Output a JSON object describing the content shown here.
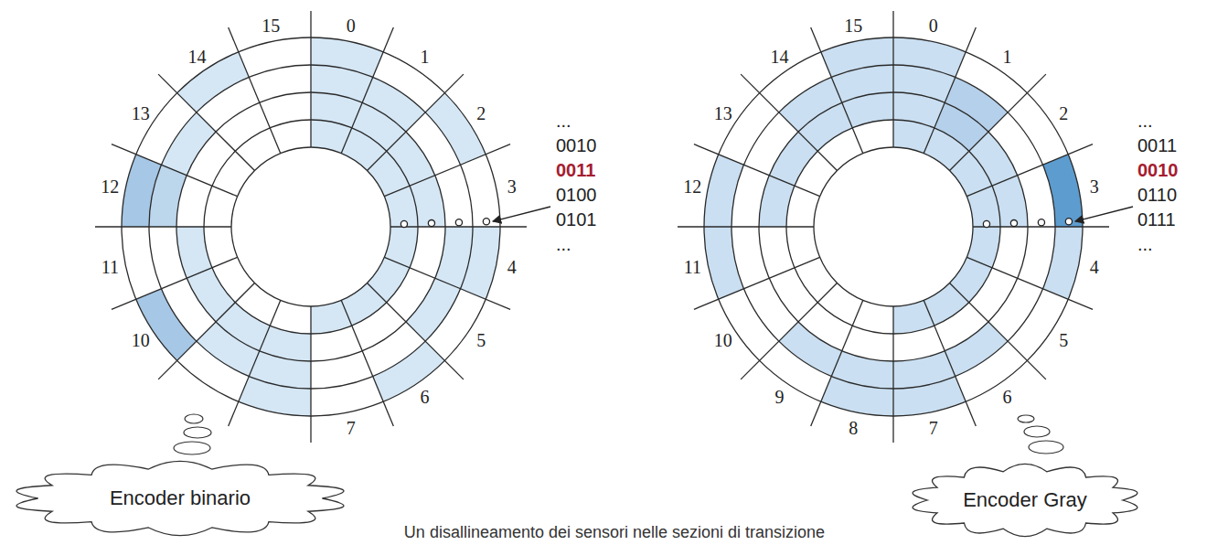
{
  "diagram": {
    "caption": "Un disallineamento dei sensori nelle sezioni di transizione",
    "nodes": [
      {
        "text": [
          "Encoder binario"
        ]
      },
      {
        "text": [
          "Encoder Gray"
        ]
      }
    ],
    "labels": [
      "15",
      "0",
      "1",
      "2",
      "3",
      "4",
      "5",
      "6",
      "7",
      "10",
      "11",
      "12",
      "13",
      "14",
      "...",
      "0010",
      "0011",
      "0100",
      "0101",
      "...",
      "15",
      "0",
      "1",
      "2",
      "3",
      "4",
      "5",
      "6",
      "7",
      "8",
      "9",
      "10",
      "11",
      "12",
      "13",
      "14",
      "...",
      "0011",
      "0010",
      "0110",
      "0111",
      "..."
    ]
  }
}
